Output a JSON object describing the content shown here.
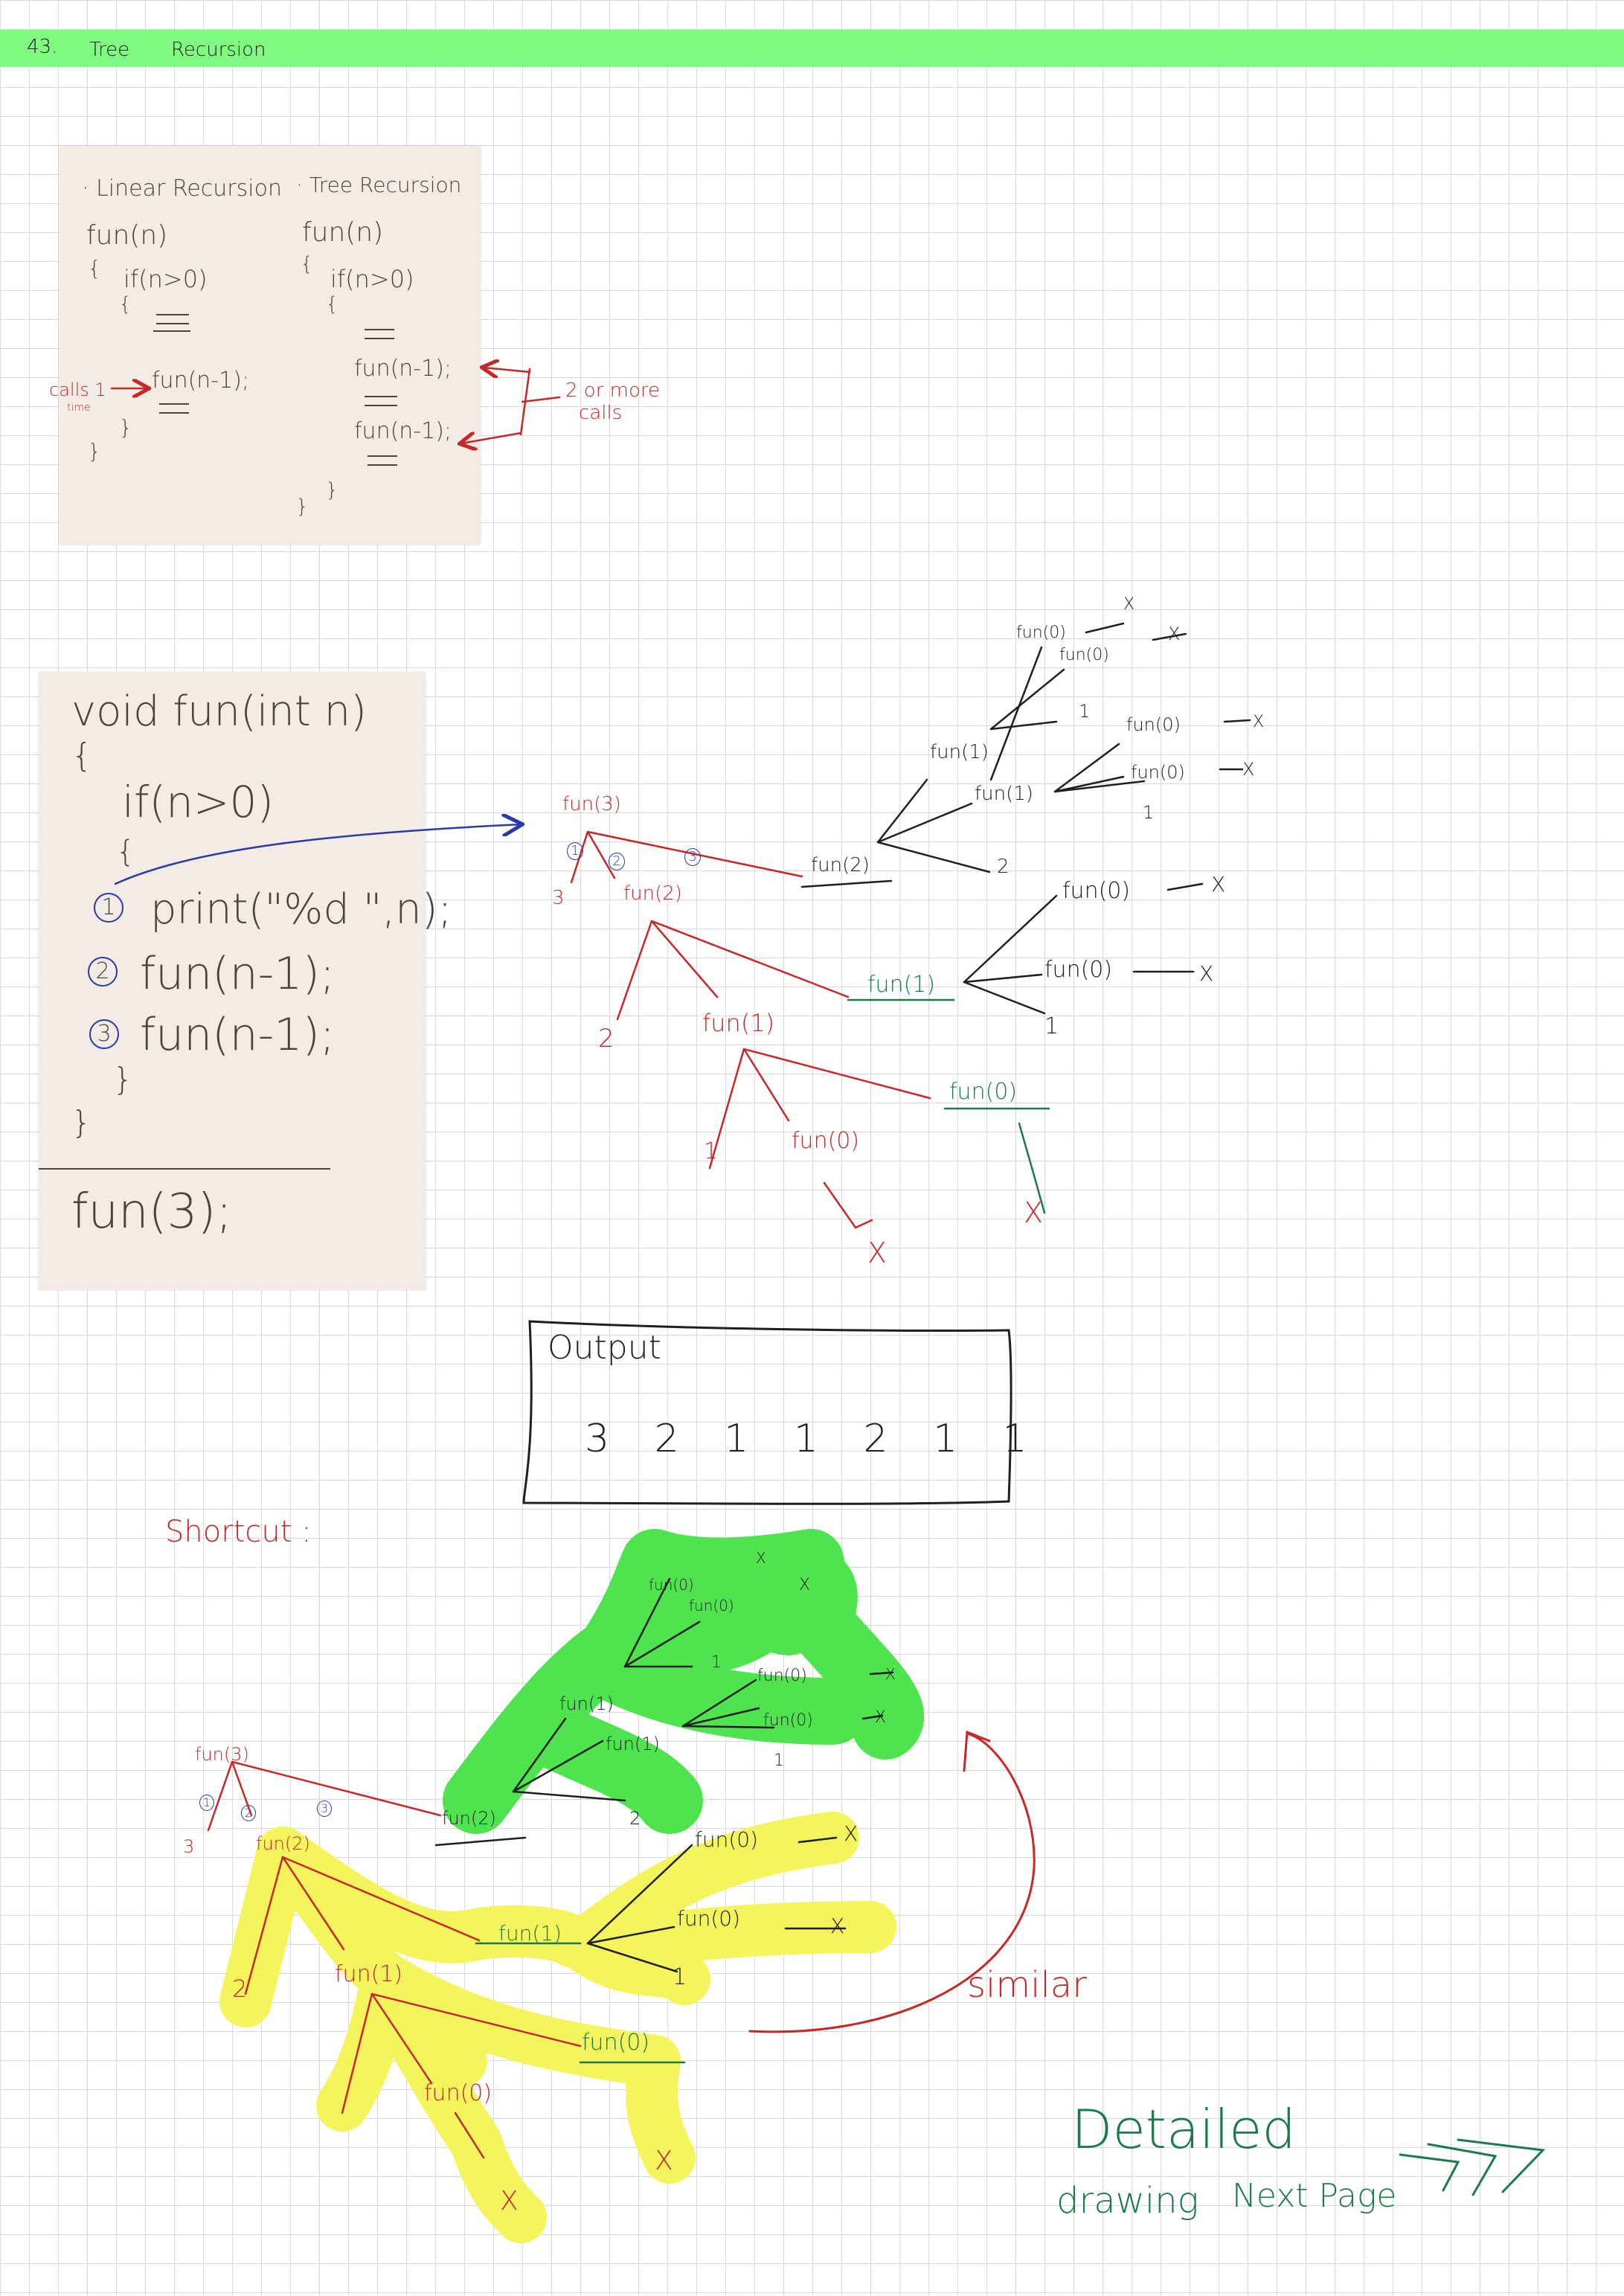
{
  "header": {
    "number": "43.",
    "title_word1": "Tree",
    "title_word2": "Recursion",
    "bar_color": "#80fa80"
  },
  "photo1": {
    "linear_heading": "· Linear Recursion",
    "tree_heading": "· Tree Recursion",
    "lin_fun": "fun(n)",
    "lin_brace_open": "{",
    "lin_if": "if(n>0)",
    "lin_if_brace": "{",
    "lin_call": "fun(n-1);",
    "lin_close1": "}",
    "lin_close2": "}",
    "tree_fun": "fun(n)",
    "tree_brace_open": "{",
    "tree_if": "if(n>0)",
    "tree_if_brace": "{",
    "tree_call1": "fun(n-1);",
    "tree_call2": "fun(n-1);",
    "tree_close1": "}",
    "tree_close2": "}",
    "calls_label": "calls 1",
    "calls_label2": "time",
    "more_calls": "2 or more",
    "more_calls2": "calls"
  },
  "photo2": {
    "line1": "void fun(int n)",
    "line2": "{",
    "line3": "if(n>0)",
    "line4": "{",
    "n1": "1",
    "stmt1": "print(\"%d \",n);",
    "n2": "2",
    "stmt2": "fun(n-1);",
    "n3": "3",
    "stmt3": "fun(n-1);",
    "close_inner": "}",
    "close_outer": "}",
    "call": "fun(3);"
  },
  "tree": {
    "fun3": "fun(3)",
    "c1": "1",
    "c2": "2",
    "c3": "3",
    "print3": "3",
    "fun2_red": "fun(2)",
    "print2": "2",
    "fun1_red": "fun(1)",
    "print1": "1",
    "fun0_red": "fun(0)",
    "x": "X",
    "fun0_green": "fun(0)",
    "fun1_green": "fun(1)",
    "fun0_g1": "fun(0)",
    "fun0_g2": "fun(0)",
    "one_g": "1",
    "fun2_black": "fun(2)",
    "two_b": "2",
    "fun1_b_top": "fun(1)",
    "fun1_b_mid": "fun(1)",
    "fun0_b1": "fun(0)",
    "fun0_b2": "fun(0)",
    "one_b1": "1",
    "fun0_b3": "fun(0)",
    "fun0_b4": "fun(0)",
    "one_b2": "1"
  },
  "output": {
    "label": "Output",
    "values": "3 2 1 1 2 1 1"
  },
  "shortcut": {
    "label": "Shortcut :",
    "similar": "similar",
    "detailed": "Detailed",
    "drawing": "drawing",
    "next_page": "Next Page",
    "arrows": ">>>"
  },
  "colors": {
    "red_ink": "#c62828",
    "blue_ink": "#2a3aa8",
    "green_ink": "#1a7a4a",
    "black_ink": "#1f1f1f",
    "green_highlight": "#4fe44f",
    "yellow_highlight": "#f4f45c",
    "grid": "#d9d9d9"
  }
}
